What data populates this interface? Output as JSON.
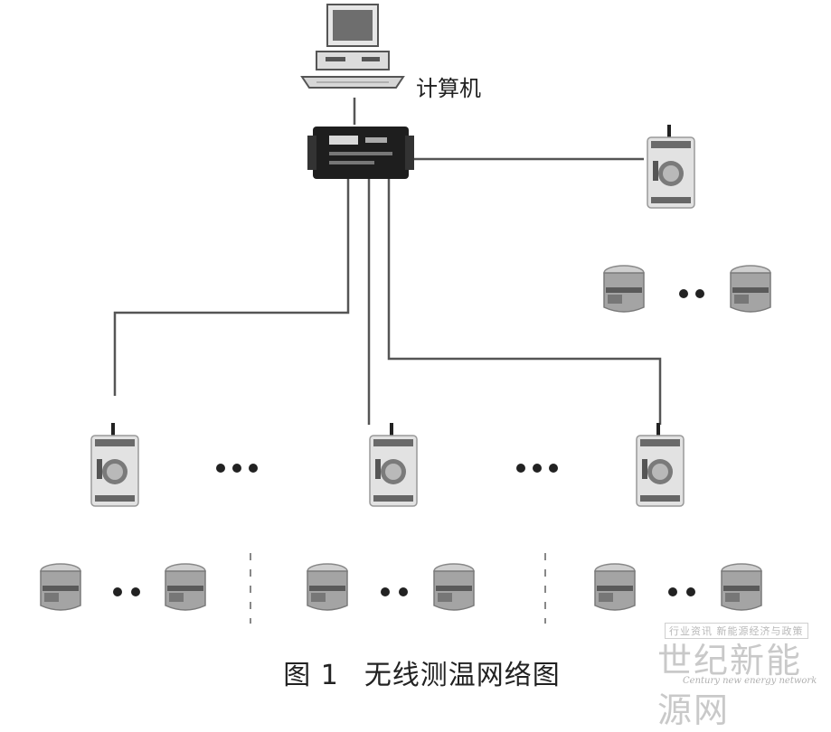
{
  "diagram": {
    "computer_label": "计算机",
    "caption_prefix": "图 1",
    "caption_title": "无线测温网络图",
    "nodes": {
      "computer": "computer-icon",
      "gateway": "gateway-icon",
      "repeater": "repeater-icon",
      "sensor": "temperature-sensor-icon"
    },
    "colors": {
      "line": "#555555",
      "device_dark": "#1e1e1e",
      "sensor_body": "#9a9a9a"
    }
  },
  "watermark": {
    "top": "行业资讯 新能源经济与政策",
    "main": "世纪新能源网",
    "sub": "Century new energy network"
  }
}
